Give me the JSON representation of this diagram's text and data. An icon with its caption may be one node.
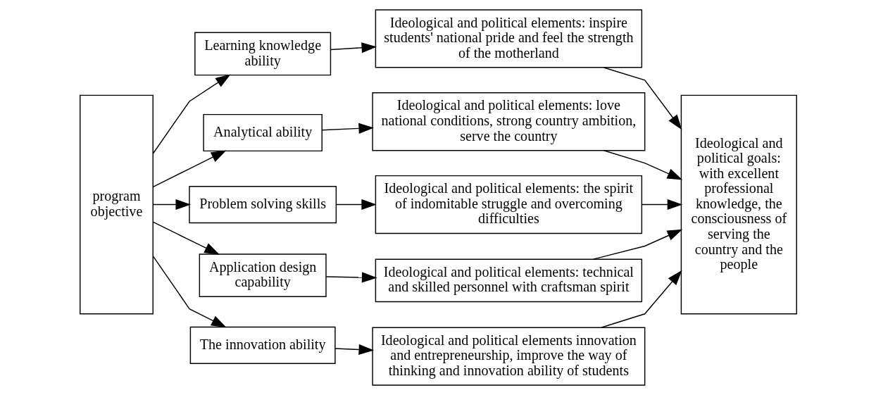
{
  "diagram": {
    "nodes": [
      {
        "text": [
          "program objective"
        ]
      },
      {
        "text": [
          "Learning knowledge ability"
        ]
      },
      {
        "text": [
          "Analytical ability"
        ]
      },
      {
        "text": [
          "Problem solving skills"
        ]
      },
      {
        "text": [
          "Application design capability"
        ]
      },
      {
        "text": [
          "The innovation ability"
        ]
      },
      {
        "text": [
          "Ideological and political elements: inspire students' national pride and feel the strength of the motherland"
        ]
      },
      {
        "text": [
          "Ideological and political elements: love national conditions, strong country ambition, serve the country"
        ]
      },
      {
        "text": [
          "Ideological and political elements: the spirit of indomitable struggle and overcoming difficulties"
        ]
      },
      {
        "text": [
          "Ideological and political elements: technical and skilled personnel with craftsman spirit"
        ]
      },
      {
        "text": [
          "Ideological and political elements innovation and entrepreneurship, improve the way of thinking and innovation ability of students"
        ]
      },
      {
        "text": [
          "Ideological and political goals: with excellent professional knowledge, the consciousness of serving the country and the people"
        ]
      }
    ],
    "edges": [
      {
        "from": 0,
        "to": 1,
        "arrow": "to"
      },
      {
        "from": 0,
        "to": 2,
        "arrow": "to"
      },
      {
        "from": 0,
        "to": 3,
        "arrow": "to"
      },
      {
        "from": 0,
        "to": 4,
        "arrow": "to"
      },
      {
        "from": 0,
        "to": 5,
        "arrow": "to"
      },
      {
        "from": 1,
        "to": 6,
        "arrow": "to"
      },
      {
        "from": 2,
        "to": 7,
        "arrow": "to"
      },
      {
        "from": 3,
        "to": 8,
        "arrow": "to"
      },
      {
        "from": 4,
        "to": 9,
        "arrow": "to"
      },
      {
        "from": 5,
        "to": 10,
        "arrow": "to"
      },
      {
        "from": 6,
        "to": 11,
        "arrow": "to"
      },
      {
        "from": 7,
        "to": 11,
        "arrow": "to"
      },
      {
        "from": 8,
        "to": 11,
        "arrow": "to"
      },
      {
        "from": 9,
        "to": 11,
        "arrow": "to"
      },
      {
        "from": 10,
        "to": 11,
        "arrow": "to"
      }
    ]
  }
}
